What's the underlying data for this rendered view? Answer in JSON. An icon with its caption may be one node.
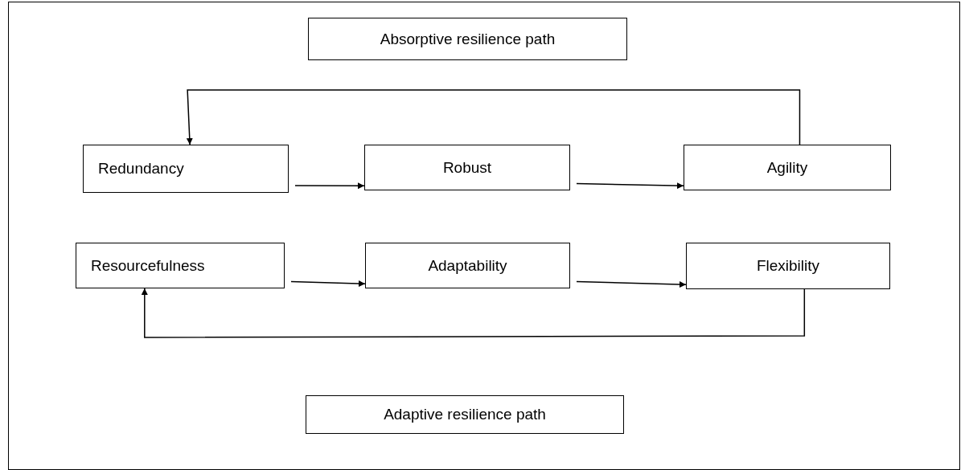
{
  "diagram": {
    "nodes": [
      {
        "text": [
          "Absorptive resilience path"
        ]
      },
      {
        "text": [
          "Redundancy"
        ]
      },
      {
        "text": [
          "Robust"
        ]
      },
      {
        "text": [
          "Agility"
        ]
      },
      {
        "text": [
          "Resourcefulness"
        ]
      },
      {
        "text": [
          "Adaptability"
        ]
      },
      {
        "text": [
          "Flexibility"
        ]
      },
      {
        "text": [
          "Adaptive resilience path"
        ]
      }
    ],
    "edges": [
      {
        "from": 1,
        "to": 2,
        "arrow": "to"
      },
      {
        "from": 2,
        "to": 3,
        "arrow": "to"
      },
      {
        "from": 3,
        "to": 1,
        "arrow": "to"
      },
      {
        "from": 4,
        "to": 5,
        "arrow": "to"
      },
      {
        "from": 5,
        "to": 6,
        "arrow": "to"
      },
      {
        "from": 6,
        "to": 4,
        "arrow": "to"
      }
    ]
  }
}
